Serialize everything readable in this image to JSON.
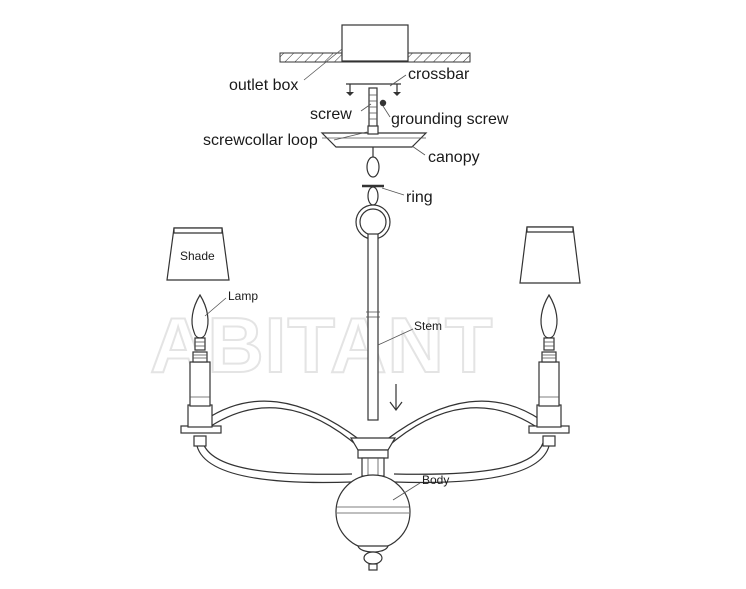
{
  "labels": {
    "outlet_box": "outlet box",
    "crossbar": "crossbar",
    "screw": "screw",
    "grounding_screw": "grounding screw",
    "screwcollar_loop": "screwcollar loop",
    "canopy": "canopy",
    "ring": "ring",
    "shade": "Shade",
    "lamp": "Lamp",
    "stem": "Stem",
    "body": "Body"
  },
  "watermark": "ABITANT",
  "colors": {
    "line": "#333333",
    "watermark": "#e4e4e4",
    "background": "#ffffff"
  }
}
